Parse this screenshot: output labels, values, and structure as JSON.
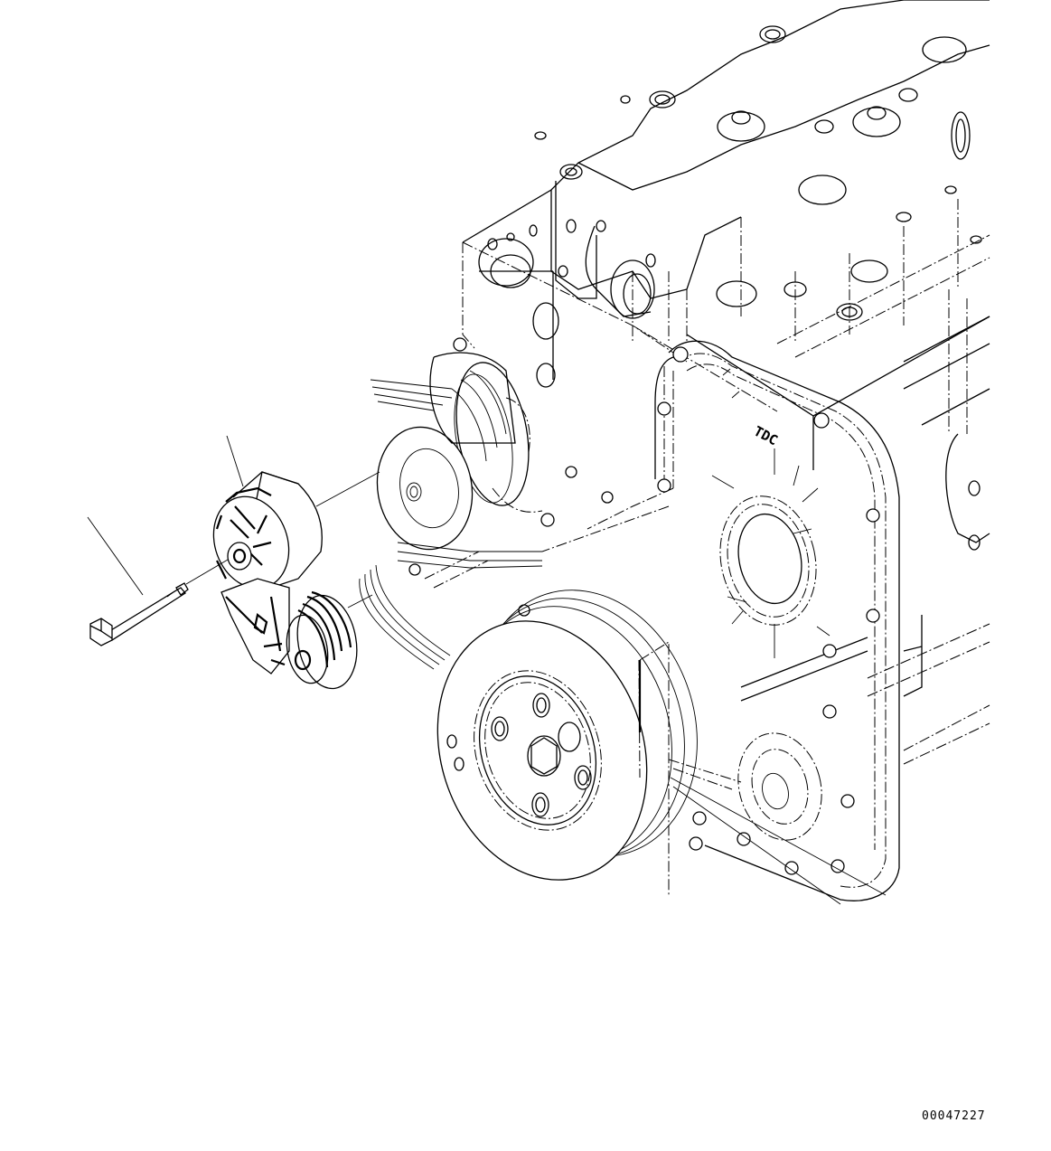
{
  "figure": {
    "id_number": "00047227",
    "subject": "Engine front - belt tensioner assembly (exploded)",
    "colors": {
      "line": "#000000",
      "background": "#ffffff"
    }
  },
  "labels": {
    "timing_mark": "TDC"
  },
  "parts": [
    {
      "name": "belt-tensioner",
      "callout": ""
    },
    {
      "name": "mounting-bolt",
      "callout": ""
    }
  ],
  "components": [
    "cylinder-head",
    "cylinder-block",
    "front-gear-cover",
    "water-pump-pulley",
    "crankshaft-pulley-damper",
    "poly-v-belt",
    "tensioner-idler-pulley"
  ]
}
